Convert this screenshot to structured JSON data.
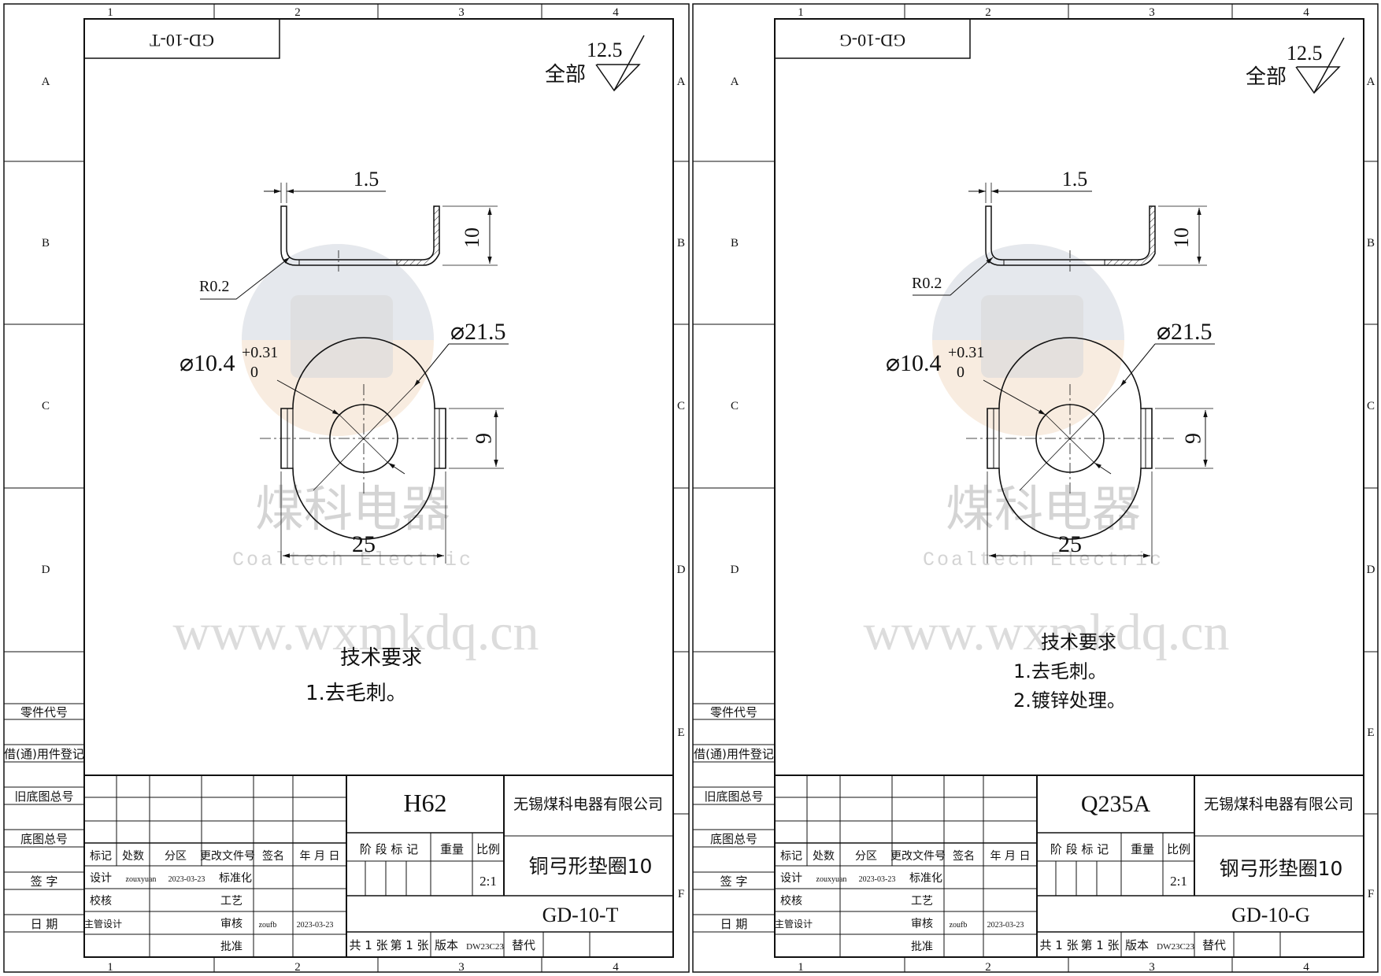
{
  "zone_columns": [
    "1",
    "2",
    "3",
    "4"
  ],
  "zone_rows": [
    "A",
    "B",
    "C",
    "D",
    "E",
    "F"
  ],
  "watermark": {
    "name": "煤科电器",
    "name_en": "Coaltech Electric",
    "url": "www.wxmkdq.cn"
  },
  "sheets": [
    {
      "code_box": "GD-10-T",
      "roughness_prefix": "全部",
      "roughness_value": "12.5",
      "dims": {
        "thickness": "1.5",
        "height": "10",
        "radius": "R0.2",
        "outer_dia": "⌀21.5",
        "inner_dia": "⌀10.4",
        "tol_upper": "+0.31",
        "tol_lower": "0",
        "width": "25",
        "tab": "9"
      },
      "tech_title": "技术要求",
      "tech_items": [
        "1.去毛刺。"
      ],
      "side_labels": [
        "零件代号",
        "借(通)用件登记",
        "旧底图总号",
        "底图总号",
        "签  字",
        "日  期"
      ],
      "title_block": {
        "material": "H62",
        "company": "无锡煤科电器有限公司",
        "part_name": "铜弓形垫圈10",
        "drawing_no": "GD-10-T",
        "stage_label": "阶 段 标 记",
        "weight_label": "重量",
        "scale_label": "比例",
        "scale": "2:1",
        "sheet_total": "共 1 张",
        "sheet_no": "第 1 张",
        "version_label": "版本",
        "version": "DW23C23",
        "replace_label": "替代",
        "rev_headers": [
          "标记",
          "处数",
          "分区",
          "更改文件号",
          "签名",
          "年 月 日"
        ],
        "design_label": "设计",
        "designer": "zouxyuan",
        "design_date": "2023-03-23",
        "standard_label": "标准化",
        "check_label": "校核",
        "process_label": "工艺",
        "chief_label": "主管设计",
        "review_label": "审核",
        "reviewer": "zoufb",
        "review_date": "2023-03-23",
        "approve_label": "批准"
      }
    },
    {
      "code_box": "GD-10-G",
      "roughness_prefix": "全部",
      "roughness_value": "12.5",
      "dims": {
        "thickness": "1.5",
        "height": "10",
        "radius": "R0.2",
        "outer_dia": "⌀21.5",
        "inner_dia": "⌀10.4",
        "tol_upper": "+0.31",
        "tol_lower": "0",
        "width": "25",
        "tab": "9"
      },
      "tech_title": "技术要求",
      "tech_items": [
        "1.去毛刺。",
        "2.镀锌处理。"
      ],
      "side_labels": [
        "零件代号",
        "借(通)用件登记",
        "旧底图总号",
        "底图总号",
        "签  字",
        "日  期"
      ],
      "title_block": {
        "material": "Q235A",
        "company": "无锡煤科电器有限公司",
        "part_name": "钢弓形垫圈10",
        "drawing_no": "GD-10-G",
        "stage_label": "阶 段 标 记",
        "weight_label": "重量",
        "scale_label": "比例",
        "scale": "2:1",
        "sheet_total": "共 1 张",
        "sheet_no": "第 1 张",
        "version_label": "版本",
        "version": "DW23C23",
        "replace_label": "替代",
        "rev_headers": [
          "标记",
          "处数",
          "分区",
          "更改文件号",
          "签名",
          "年 月 日"
        ],
        "design_label": "设计",
        "designer": "zouxyuan",
        "design_date": "2023-03-23",
        "standard_label": "标准化",
        "check_label": "校核",
        "process_label": "工艺",
        "chief_label": "主管设计",
        "review_label": "审核",
        "reviewer": "zoufb",
        "review_date": "2023-03-23",
        "approve_label": "批准"
      }
    }
  ]
}
